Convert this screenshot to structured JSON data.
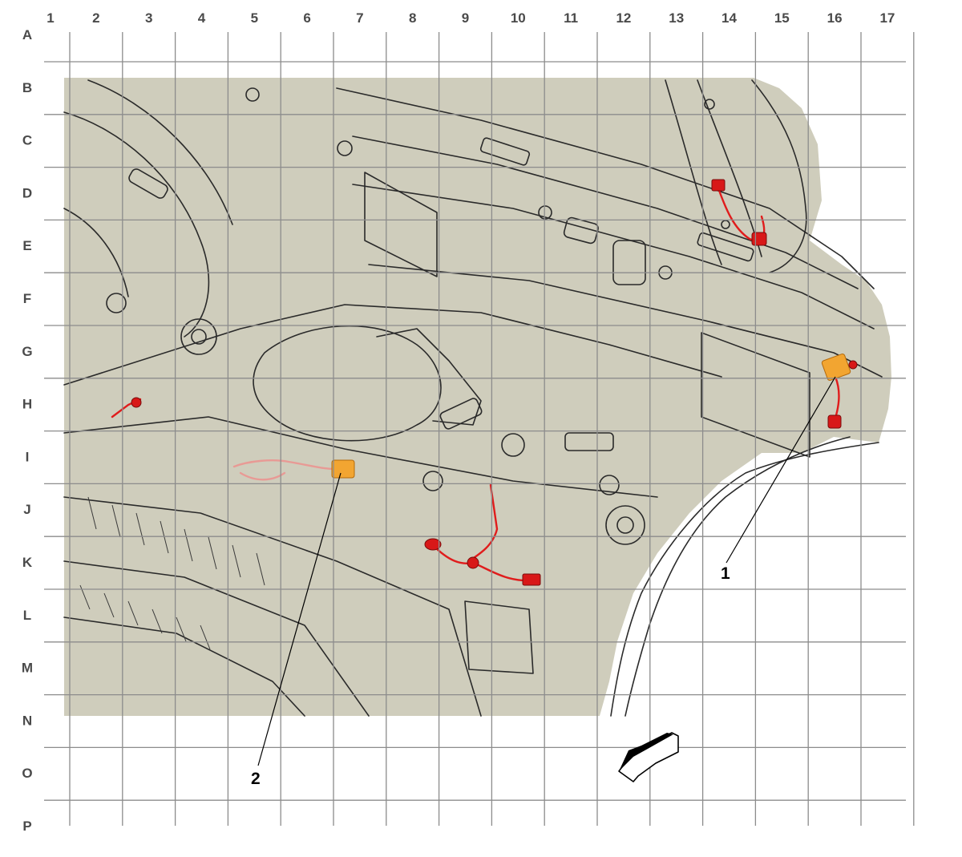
{
  "grid": {
    "columns": [
      "1",
      "2",
      "3",
      "4",
      "5",
      "6",
      "7",
      "8",
      "9",
      "10",
      "11",
      "12",
      "13",
      "14",
      "15",
      "16",
      "17"
    ],
    "rows": [
      "A",
      "B",
      "C",
      "D",
      "E",
      "F",
      "G",
      "H",
      "I",
      "J",
      "K",
      "L",
      "M",
      "N",
      "O",
      "P"
    ]
  },
  "callouts": [
    {
      "id": "1",
      "label": "1"
    },
    {
      "id": "2",
      "label": "2"
    }
  ],
  "colors": {
    "background_panel": "#cfcdbc",
    "grid": "#8c8c8c",
    "harness": "#e01c1c",
    "harness_faded": "#e89a95",
    "connector_highlight": "#f2a531"
  },
  "icons": {
    "direction_arrow": "front-direction-arrow-icon"
  }
}
